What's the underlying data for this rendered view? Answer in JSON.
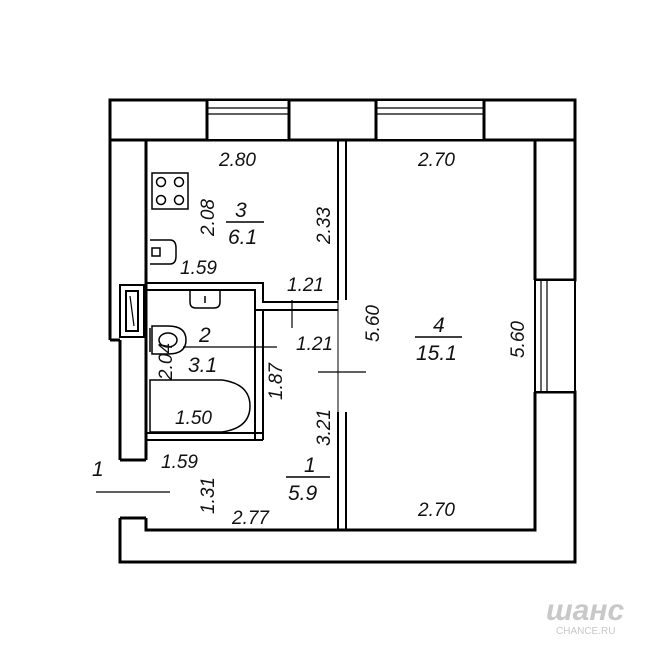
{
  "rooms": [
    {
      "number": "1",
      "area": "5.9"
    },
    {
      "number": "2",
      "area": "3.1"
    },
    {
      "number": "3",
      "area": "6.1"
    },
    {
      "number": "4",
      "area": "15.1"
    }
  ],
  "entrance_label": "1",
  "dimensions": {
    "kitchen_top": "2.80",
    "kitchen_left": "2.08",
    "kitchen_right": "2.33",
    "kitchen_bottom": "1.59",
    "passage_top": "1.21",
    "passage_mid": "1.21",
    "bath_left": "2.04",
    "bath_right": "1.87",
    "bathtub": "1.50",
    "hall_top": "1.59",
    "hall_left": "1.31",
    "hall_right": "3.21",
    "hall_bottom": "2.77",
    "partition": "5.60",
    "living_top": "2.70",
    "living_right": "5.60",
    "living_bottom": "2.70"
  },
  "watermark": {
    "logo": "шанс",
    "site": "CHANCE.RU"
  }
}
